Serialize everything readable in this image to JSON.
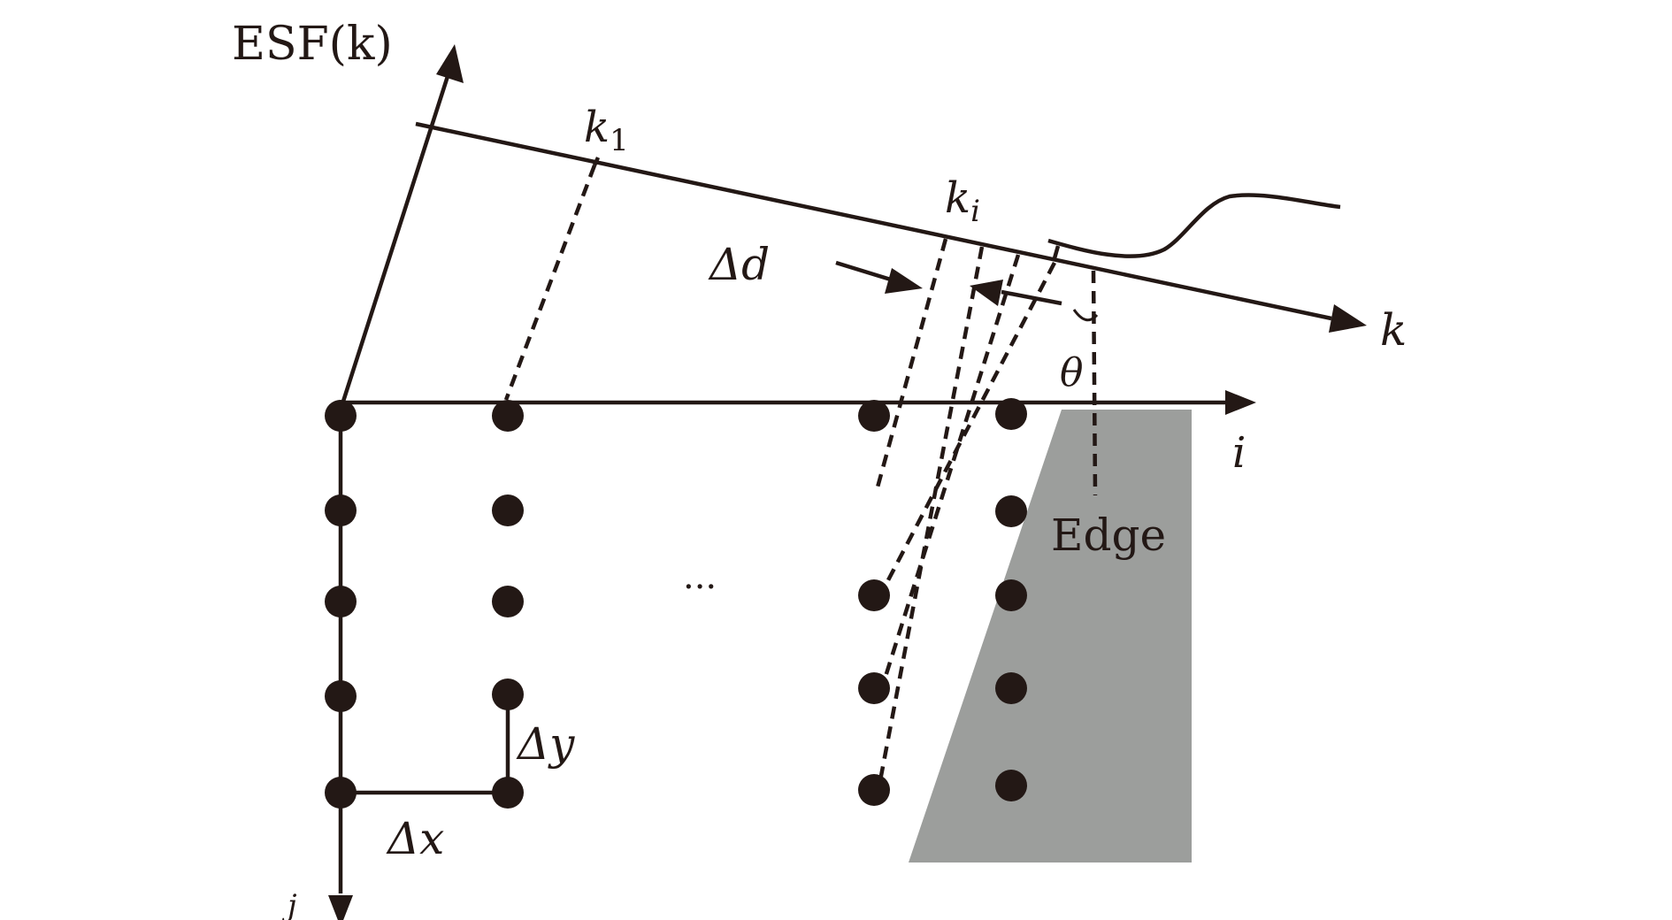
{
  "labels": {
    "esf_axis": "ESF(k)",
    "k1": "k",
    "k1_sub": "1",
    "ki": "k",
    "ki_sub": "i",
    "delta_d": "Δd",
    "k_axis": "k",
    "theta": "θ",
    "i_axis": "i",
    "edge": "Edge",
    "ellipsis": "...",
    "delta_y": "Δy",
    "delta_x": "Δx",
    "j_axis": "j"
  },
  "colors": {
    "ink": "#231815",
    "edge_region": "#9c9e9c"
  }
}
